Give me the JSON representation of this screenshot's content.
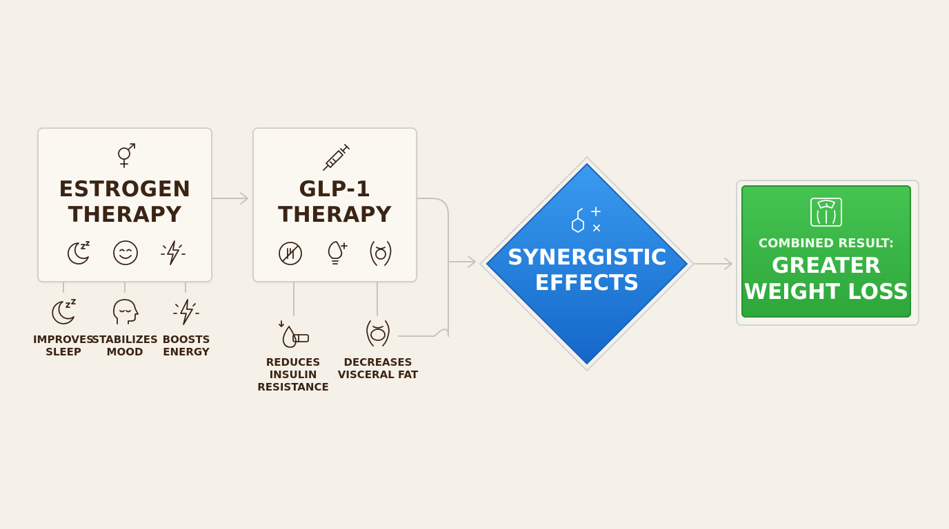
{
  "estrogen": {
    "title_line1": "ESTROGEN",
    "title_line2": "THERAPY",
    "header_icon": "gender-symbol-icon",
    "benefits": [
      {
        "icon": "moon-sleep-icon",
        "label_line1": "IMPROVES",
        "label_line2": "SLEEP"
      },
      {
        "icon": "head-calm-icon",
        "label_line1": "STABILIZES",
        "label_line2": "MOOD"
      },
      {
        "icon": "lightning-energy-icon",
        "label_line1": "BOOSTS",
        "label_line2": "ENERGY"
      }
    ]
  },
  "glp1": {
    "title_line1": "GLP-1",
    "title_line2": "THERAPY",
    "header_icon": "syringe-icon",
    "benefits": [
      {
        "icon": "insulin-drop-icon",
        "label_line1": "REDUCES",
        "label_line2": "INSULIN",
        "label_line3": "RESISTANCE"
      },
      {
        "icon": "body-torso-icon",
        "label_line1": "DECREASES",
        "label_line2": "VISCERAL FAT"
      }
    ]
  },
  "synergy": {
    "title_line1": "SYNERGISTIC",
    "title_line2": "EFFECTS",
    "icon": "molecule-icon",
    "color": "#1d7fdc"
  },
  "result": {
    "subtitle": "COMBINED RESULT:",
    "main_line1": "GREATER",
    "main_line2": "WEIGHT LOSS",
    "icon": "scale-icon",
    "color": "#3cb94a"
  }
}
